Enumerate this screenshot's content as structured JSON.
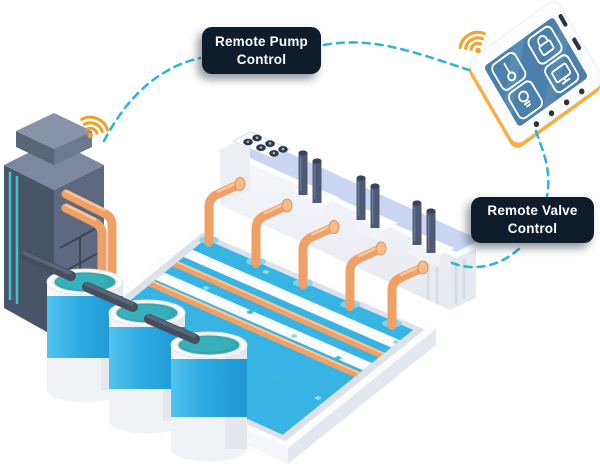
{
  "callouts": {
    "pump": {
      "line1": "Remote Pump",
      "line2": "Control"
    },
    "valve": {
      "line1": "Remote Valve",
      "line2": "Control"
    }
  },
  "tablet": {
    "screen_icons": [
      "thermometer-icon",
      "lock-icon",
      "lightbulb-icon",
      "monitor-icon"
    ],
    "side_button_count": 4
  },
  "links": [
    {
      "from": "control-tower",
      "to": "callout-pump"
    },
    {
      "from": "callout-pump",
      "to": "tablet"
    },
    {
      "from": "tablet",
      "to": "callout-valve"
    },
    {
      "from": "callout-valve",
      "to": "treatment-basin"
    }
  ],
  "colors": {
    "background": "#ffffff",
    "callout_bg": "#0f1c2b",
    "callout_text": "#ffffff",
    "dashed_link": "#2cb6d8",
    "wifi_orange": "#f2a42c",
    "pipe_orange": "#efa066",
    "water_blue": "#38b4e4",
    "sparkle_teal": "#2fc4cb",
    "tank_blue": "#2baae1",
    "tank_liquid_teal": "#2fa9b4",
    "tower_dark": "#4a5468",
    "wall_top_stripe": "#c9d5f1",
    "tablet_edge_orange": "#f6ae3d",
    "tablet_screen_blue": "#4a80ab",
    "stack_slate": "#4e5a75"
  }
}
